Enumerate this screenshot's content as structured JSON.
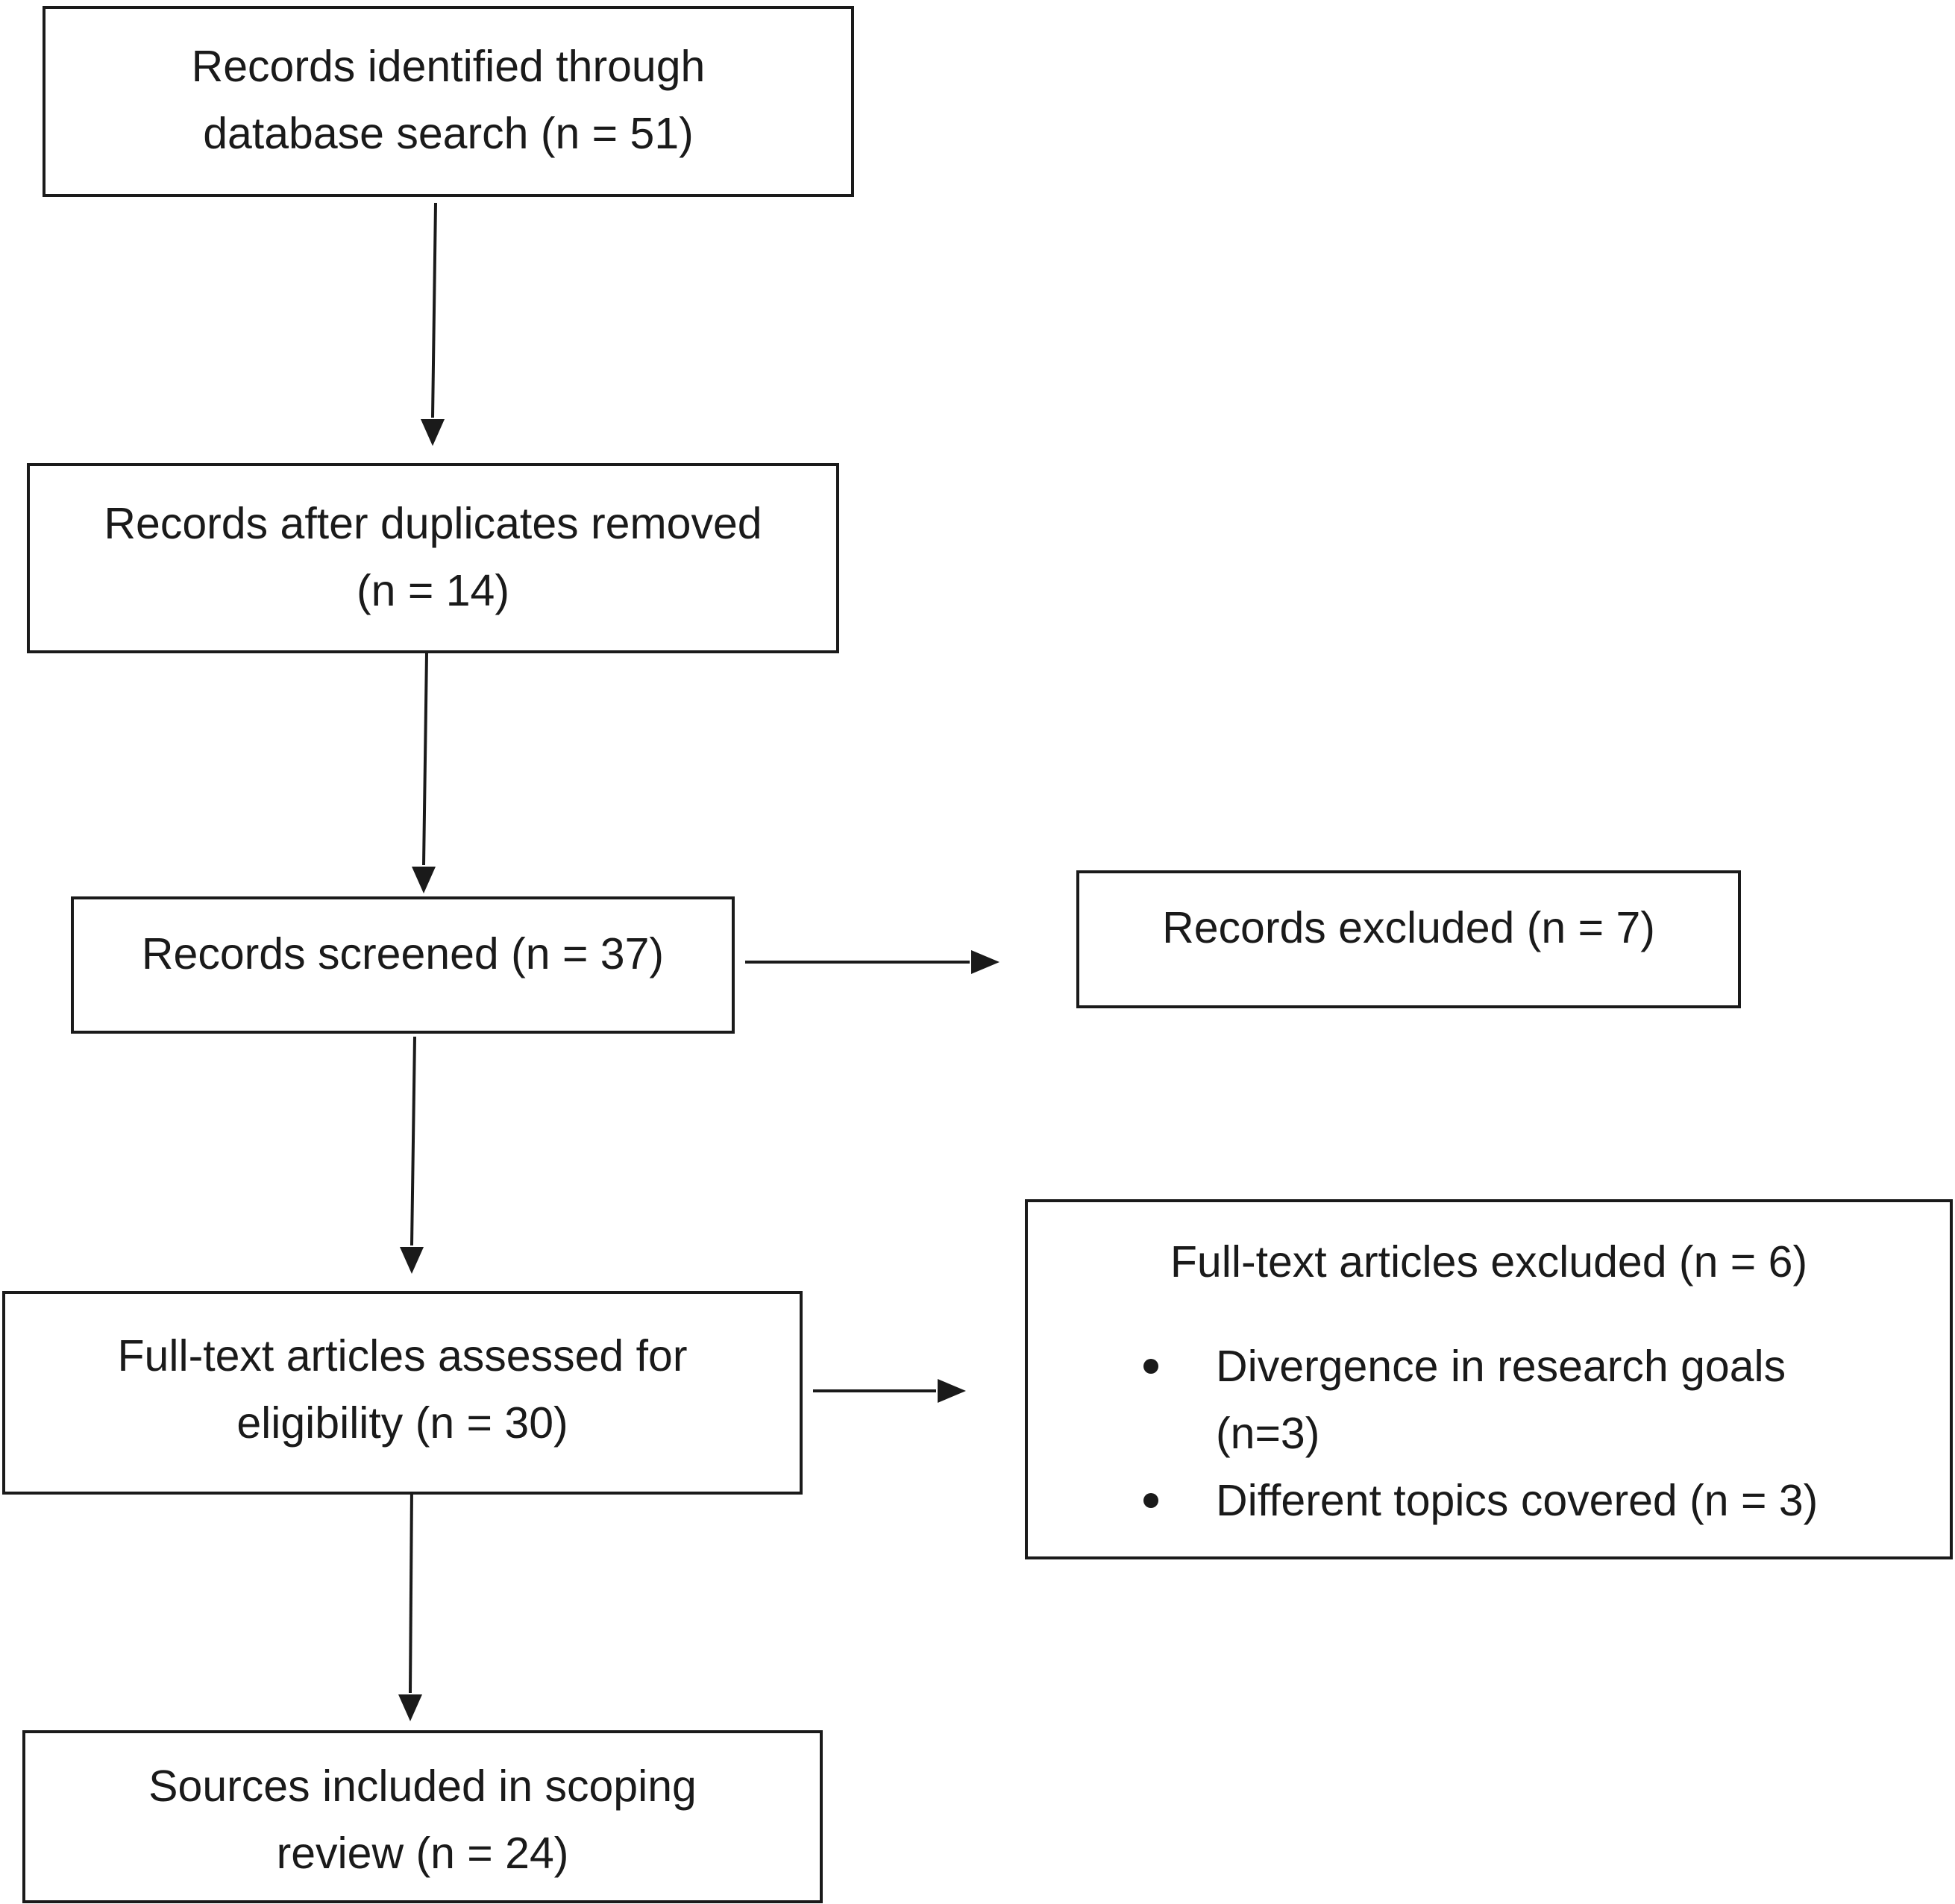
{
  "flow": {
    "identified": {
      "line1": "Records identified through",
      "line2": "database search (n = 51)"
    },
    "deduplicated": {
      "line1": "Records after duplicates removed",
      "line2": "(n = 14)"
    },
    "screened": {
      "line1": "Records screened (n = 37)"
    },
    "full_text": {
      "line1": "Full-text articles assessed for",
      "line2": "eligibility (n = 30)"
    },
    "included": {
      "line1": "Sources included in scoping",
      "line2": "review (n = 24)"
    }
  },
  "exclusions": {
    "records_excluded": {
      "line1": "Records excluded (n = 7)"
    },
    "full_text_excluded": {
      "heading": "Full-text articles excluded (n = 6)",
      "reasons": [
        {
          "line1": "Divergence in research goals",
          "line2": "(n=3)"
        },
        {
          "line1": "Different topics covered (n = 3)"
        }
      ]
    }
  }
}
